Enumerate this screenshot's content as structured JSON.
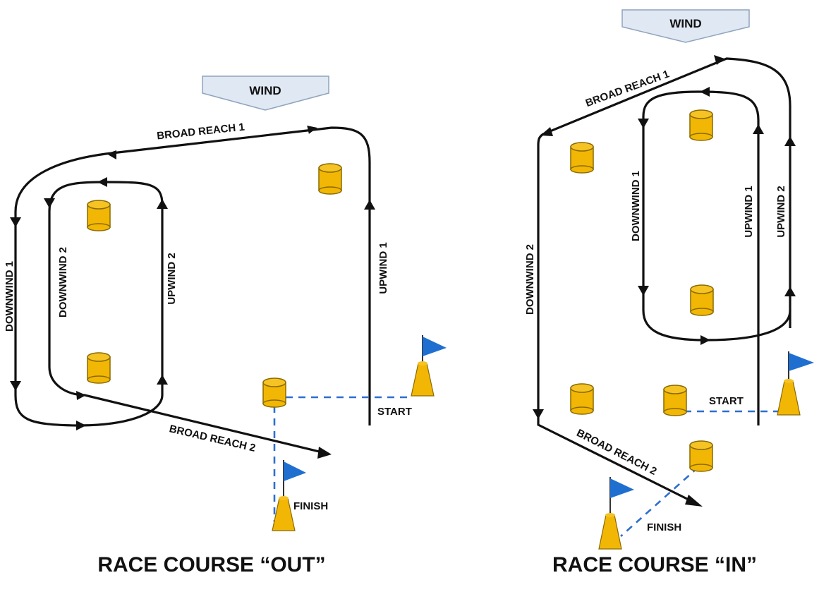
{
  "colors": {
    "course_line": "#111111",
    "buoy_fill": "#F2B705",
    "buoy_stroke": "#8a6a00",
    "flag_blue": "#1f6fd1",
    "start_finish_dash": "#2d6fcf",
    "wind_arrow_fill": "#dfe8f3",
    "wind_arrow_stroke": "#8fa4bd"
  },
  "icons": {
    "buoy": "cylinder-buoy-icon",
    "committee_boat": "flag-boat-icon",
    "wind": "wind-arrow-icon"
  },
  "out": {
    "title": "RACE COURSE “OUT”",
    "wind": "WIND",
    "broad_reach_1": "BROAD REACH 1",
    "broad_reach_2": "BROAD REACH 2",
    "downwind_1": "DOWNWIND 1",
    "downwind_2": "DOWNWIND 2",
    "upwind_1": "UPWIND 1",
    "upwind_2": "UPWIND 2",
    "start": "START",
    "finish": "FINISH"
  },
  "in": {
    "title": "RACE COURSE “IN”",
    "wind": "WIND",
    "broad_reach_1": "BROAD REACH 1",
    "broad_reach_2": "BROAD REACH 2",
    "downwind_1": "DOWNWIND 1",
    "downwind_2": "DOWNWIND 2",
    "upwind_1": "UPWIND 1",
    "upwind_2": "UPWIND 2",
    "start": "START",
    "finish": "FINISH"
  }
}
